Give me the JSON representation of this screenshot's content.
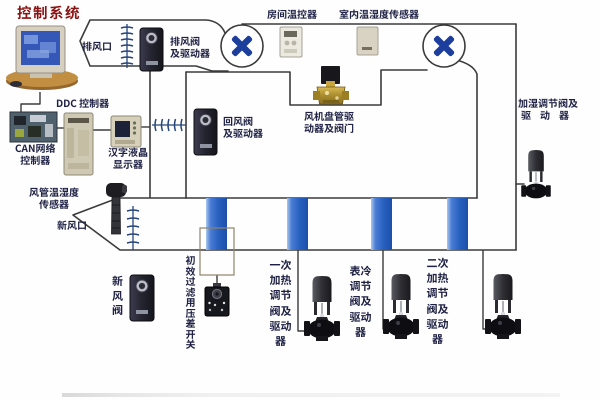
{
  "title": "控制系统",
  "colors": {
    "title": "#8a1212",
    "label": "#1e2144",
    "line": "#3b3b3b",
    "fan_blade": "#1c3f9d",
    "coil_blue": "#2257b8",
    "damper": "#26457a"
  },
  "labels": {
    "exhaust_outlet": "排风口",
    "exhaust_damper_l1": "排风阀",
    "exhaust_damper_l2": "及驱动器",
    "room_thermostat": "房间温控器",
    "indoor_sensor": "室内温湿度传感器",
    "ddc_controller": "DDC 控制器",
    "can_network_l1": "CAN网络",
    "can_network_l2": "控制器",
    "lcd_display_l1": "汉字液晶",
    "lcd_display_l2": "显示器",
    "return_damper_l1": "回风阀",
    "return_damper_l2": "及驱动器",
    "fan_coil_l1": "风机盘管驱",
    "fan_coil_l2": "动器及阀门",
    "humidifier_valve_l1": "加湿调节阀及",
    "humidifier_valve_l2": "驱动器",
    "duct_sensor_l1": "风管温湿度",
    "duct_sensor_l2": "传感器",
    "fresh_air_outlet": "新风口",
    "fresh_air_damper": "新风阀",
    "filter_pressure_switch": "初效过滤用压差开关",
    "primary_heating_valve": "一次加热调节阀及驱动器",
    "cooling_valve": "表冷调节阀及驱动器",
    "secondary_heating_valve": "二次加热调节阀及驱动器"
  }
}
